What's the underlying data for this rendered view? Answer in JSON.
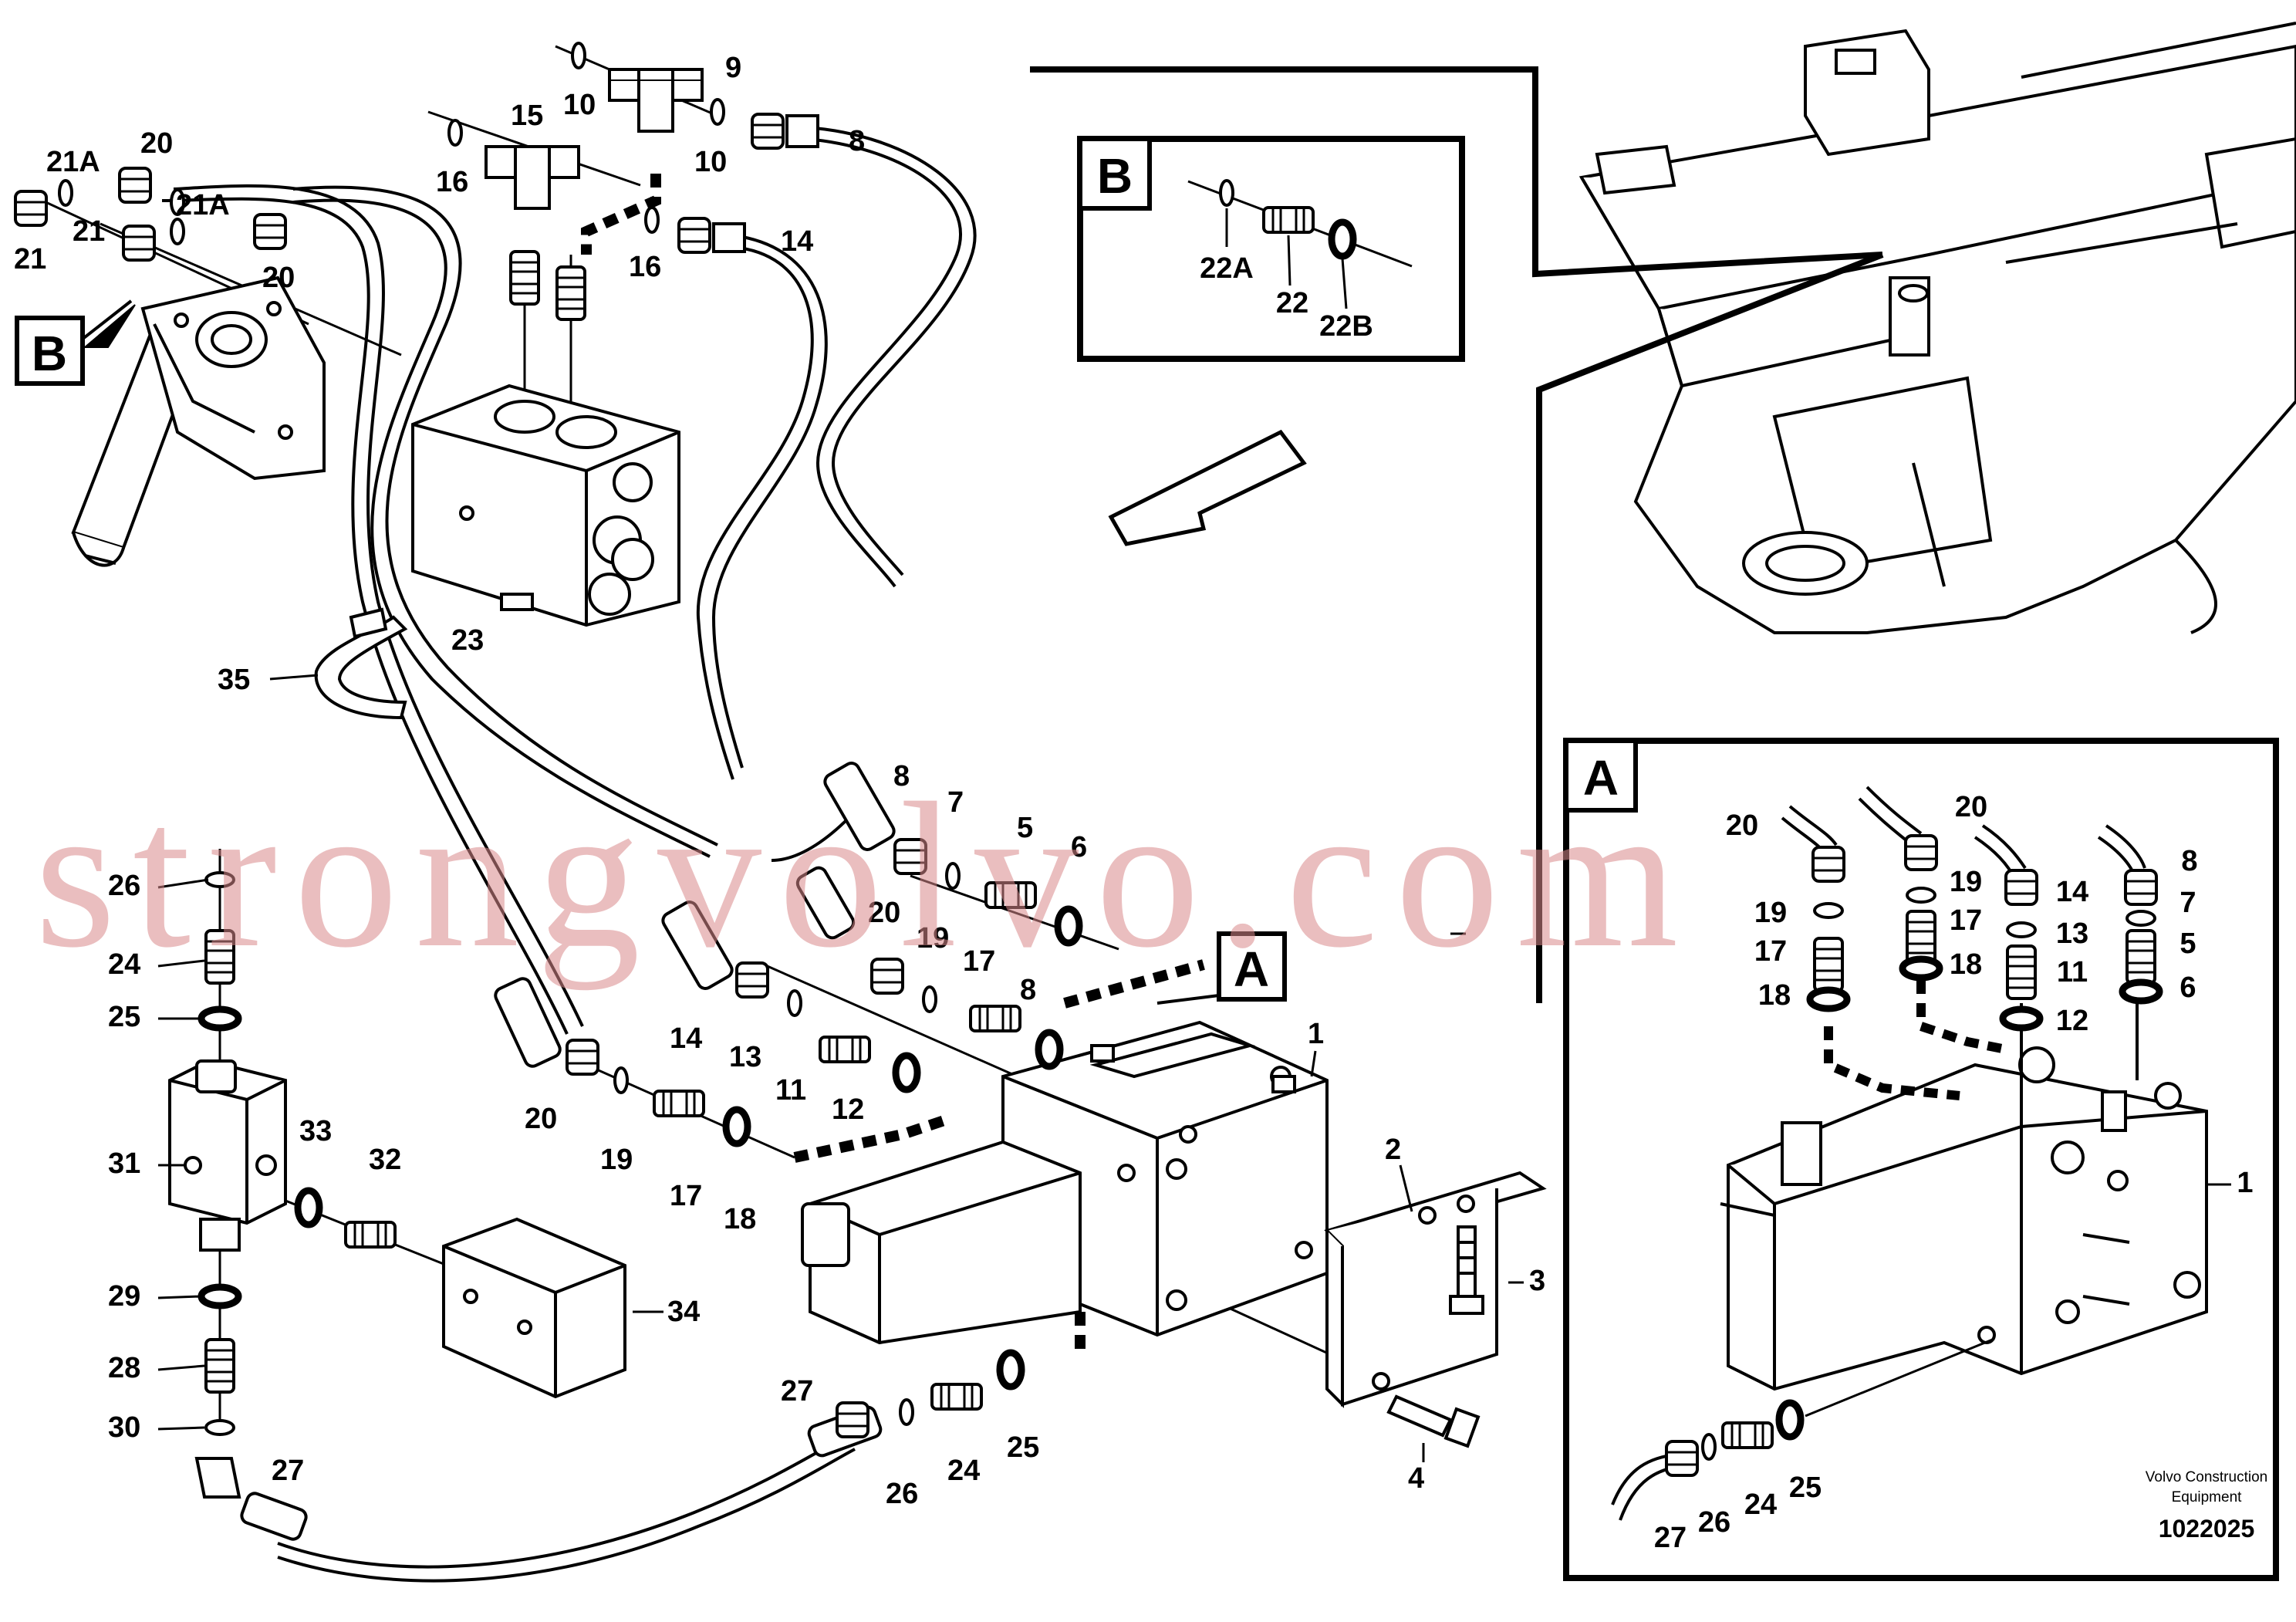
{
  "watermark": "strongvolvo.com",
  "diagram_id": "1022025",
  "manufacturer_lines": [
    "Volvo Construction",
    "Equipment"
  ],
  "detail_a": {
    "title": "A",
    "labels": {
      "l20a": "20",
      "l20b": "20",
      "l8": "8",
      "l19": "19",
      "l14": "14",
      "l7": "7",
      "l17": "17",
      "l13": "13",
      "l5": "5",
      "l18": "18",
      "l11": "11",
      "l6": "6",
      "l12": "12",
      "l1": "1",
      "l27": "27",
      "l26": "26",
      "l24": "24",
      "l25": "25"
    }
  },
  "detail_b": {
    "title": "B",
    "labels": {
      "l22a": "22A",
      "l22": "22",
      "l22b": "22B"
    }
  },
  "main_labels": {
    "b_callout": "B",
    "a_callout": "A",
    "p9": "9",
    "p10a": "10",
    "p10b": "10",
    "p8_top": "8",
    "p15": "15",
    "p16a": "16",
    "p16b": "16",
    "p14_top": "14",
    "p21A_a": "21A",
    "p20_a": "20",
    "p21A_b": "21A",
    "p21_a": "21",
    "p21_b": "21",
    "p20_b": "20",
    "p23": "23",
    "p35": "35",
    "p8_mid": "8",
    "p7": "7",
    "p5": "5",
    "p6": "6",
    "p20_mid": "20",
    "p19_mid": "19",
    "p17_mid": "17",
    "p8_mid2": "8",
    "p14_mid": "14",
    "p13": "13",
    "p11": "11",
    "p12": "12",
    "p20_low": "20",
    "p19_low": "19",
    "p17_low": "17",
    "p18_low": "18",
    "p1": "1",
    "p2": "2",
    "p3": "3",
    "p4": "4",
    "p26_l": "26",
    "p24_l": "24",
    "p25_l": "25",
    "p31": "31",
    "p33": "33",
    "p32": "32",
    "p34": "34",
    "p29": "29",
    "p28": "28",
    "p30": "30",
    "p27_l": "27",
    "p27_b": "27",
    "p26_b": "26",
    "p24_b": "24",
    "p25_b": "25"
  }
}
